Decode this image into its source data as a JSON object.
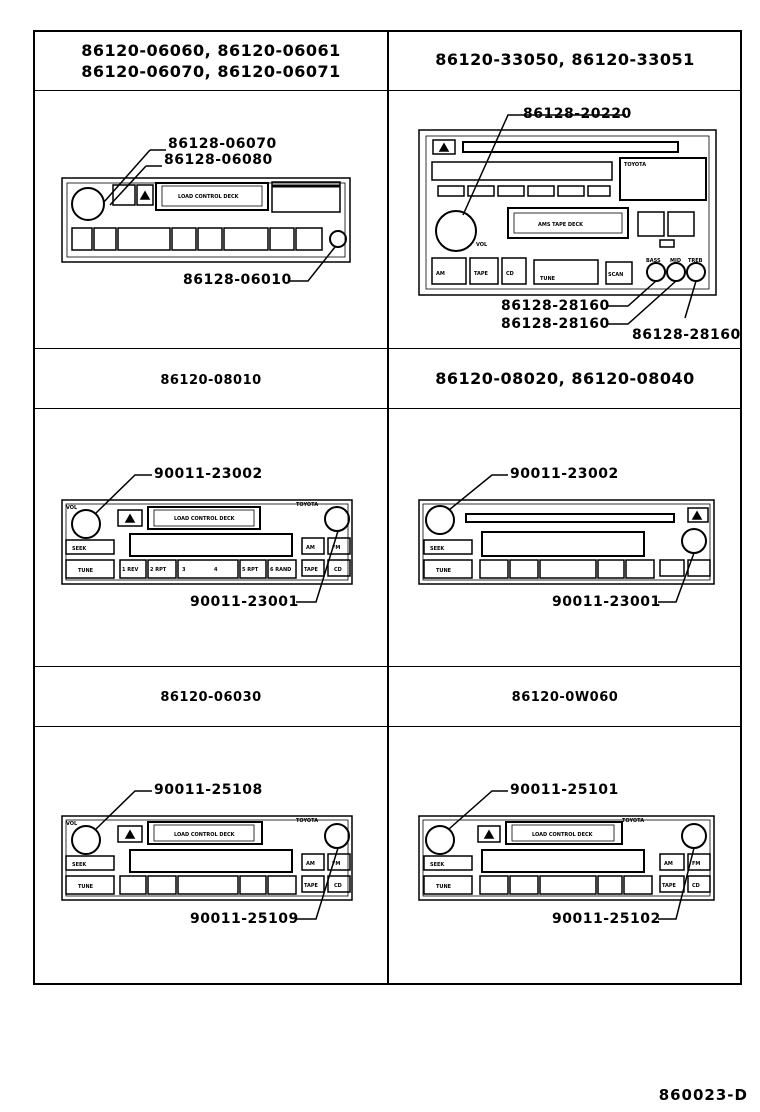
{
  "headers": {
    "h1_line1": "86120-06060, 86120-06061",
    "h1_line2": "86120-06070, 86120-06071",
    "h2": "86120-33050, 86120-33051",
    "h3": "86120-08010",
    "h4": "86120-08020, 86120-08040",
    "h5": "86120-06030",
    "h6": "86120-0W060"
  },
  "callouts": {
    "c1a": "86128-06070",
    "c1b": "86128-06080",
    "c1c": "86128-06010",
    "c2a": "86128-20220",
    "c2b": "86128-28160",
    "c2c": "86128-28160",
    "c2d": "86128-28160",
    "c3a": "90011-23002",
    "c3b": "90011-23001",
    "c4a": "90011-23002",
    "c4b": "90011-23001",
    "c5a": "90011-25108",
    "c5b": "90011-25109",
    "c6a": "90011-25101",
    "c6b": "90011-25102"
  },
  "radio_text": {
    "load_control_deck": "LOAD CONTROL DECK",
    "ams_deck": "AMS TAPE DECK",
    "toyota": "TOYOTA",
    "tune": "TUNE",
    "seek": "SEEK",
    "tape": "TAPE",
    "cd": "CD",
    "am": "AM",
    "fm": "FM",
    "scan": "SCAN",
    "vol": "VOL",
    "p1": "1 REV",
    "p2": "2 RPT",
    "p3": "3",
    "p4": "4",
    "p5": "5 RPT",
    "p6": "6 RAND",
    "bass": "BASS",
    "mid": "MID",
    "treb": "TREB"
  },
  "reference_code": "860023-D"
}
